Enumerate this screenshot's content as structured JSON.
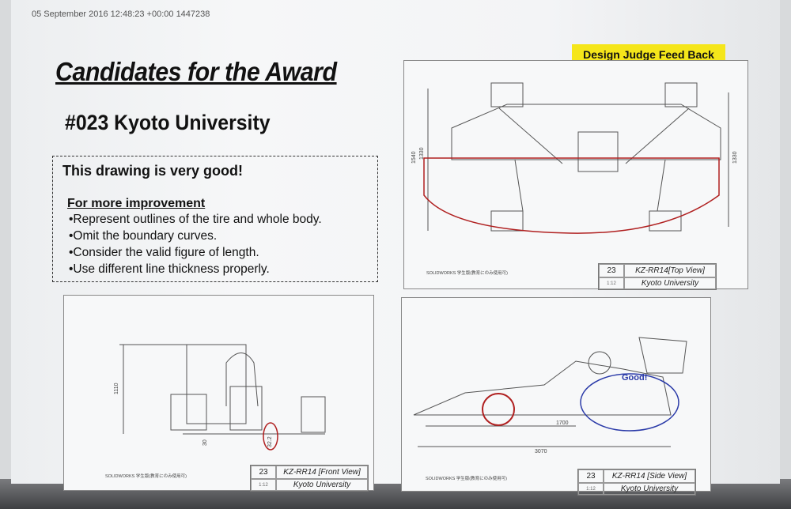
{
  "photo_stamp": "05 September 2016  12:48:23 +00:00  1447238",
  "poster": {
    "title": "Candidates for the Award",
    "team": "#023  Kyoto University",
    "comment": {
      "headline": "This drawing is very good!",
      "improvement_heading": "For more improvement",
      "items": [
        "•Represent outlines of the tire and whole body.",
        "•Omit the boundary curves.",
        "•Consider the valid figure of length.",
        "•Use different line thickness properly."
      ]
    },
    "label": "Design Judge Feed Back",
    "drawings": [
      {
        "view": "KZ-RR14[Top View]",
        "sheet": "23",
        "scale": "1:12",
        "school": "Kyoto University",
        "watermark": "SOLIDWORKS 学生版(教育にのみ使用可)",
        "dims": [
          "1540",
          "1330",
          "1330"
        ]
      },
      {
        "view": "KZ-RR14 [Front View]",
        "sheet": "23",
        "scale": "1:12",
        "school": "Kyoto University",
        "watermark": "SOLIDWORKS 学生版(教育にのみ使用可)",
        "dims": [
          "1110",
          "30",
          "32.2"
        ]
      },
      {
        "view": "KZ-RR14 [Side View]",
        "sheet": "23",
        "scale": "1:12",
        "school": "Kyoto University",
        "watermark": "SOLIDWORKS 学生版(教育にのみ使用可)",
        "dims": [
          "1700",
          "3070"
        ],
        "annotation": "Good!"
      }
    ]
  },
  "colors": {
    "red_mark": "#b02020",
    "blue_mark": "#2a3aa8",
    "label_bg": "#f5e61a"
  }
}
